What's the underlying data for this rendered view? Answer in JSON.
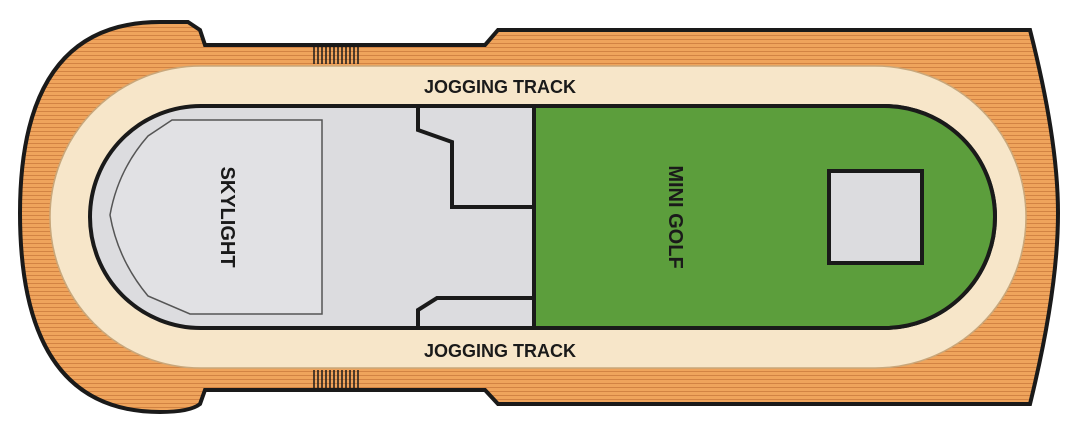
{
  "deck": {
    "track_top_label": "JOGGING TRACK",
    "track_bottom_label": "JOGGING TRACK",
    "skylight_label": "SKYLIGHT",
    "minigolf_label": "MINI GOLF"
  },
  "colors": {
    "deck_wood": "#efa45c",
    "deck_lines": "#c9783a",
    "track": "#f7e6c9",
    "skylight_area": "#dcdcdf",
    "minigolf": "#5c9e3c",
    "outline": "#1a1a1a"
  }
}
